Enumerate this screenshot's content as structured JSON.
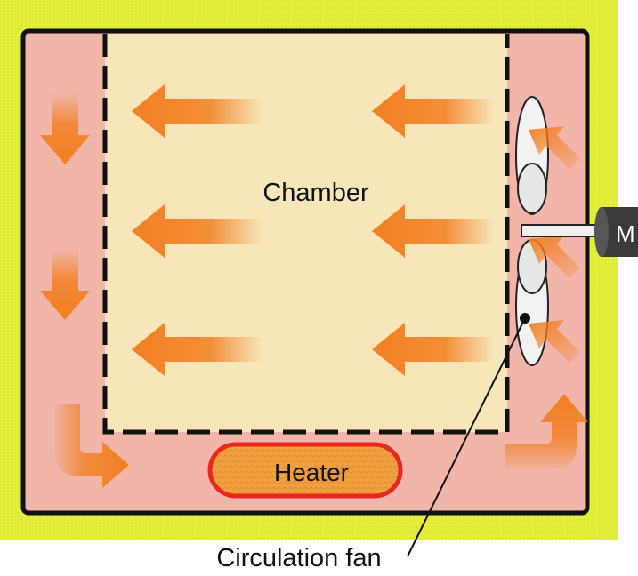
{
  "labels": {
    "chamber": "Chamber",
    "heater": "Heater",
    "fan": "Circulation fan",
    "motor": "M"
  },
  "colors": {
    "outer_insulation": "#e3ef3b",
    "air_duct": "#f1b5a9",
    "chamber_fill": "#f7e6b9",
    "heater_fill": "#f0a040",
    "heater_border": "#e6281e",
    "arrow": "#f27f22",
    "outline": "#111111",
    "fan_blade": "#f2f2f2",
    "motor_body": "#3a3a3a"
  },
  "icons": {
    "airflow": "arrow-icon",
    "fan": "fan-icon",
    "motor": "motor-icon"
  }
}
